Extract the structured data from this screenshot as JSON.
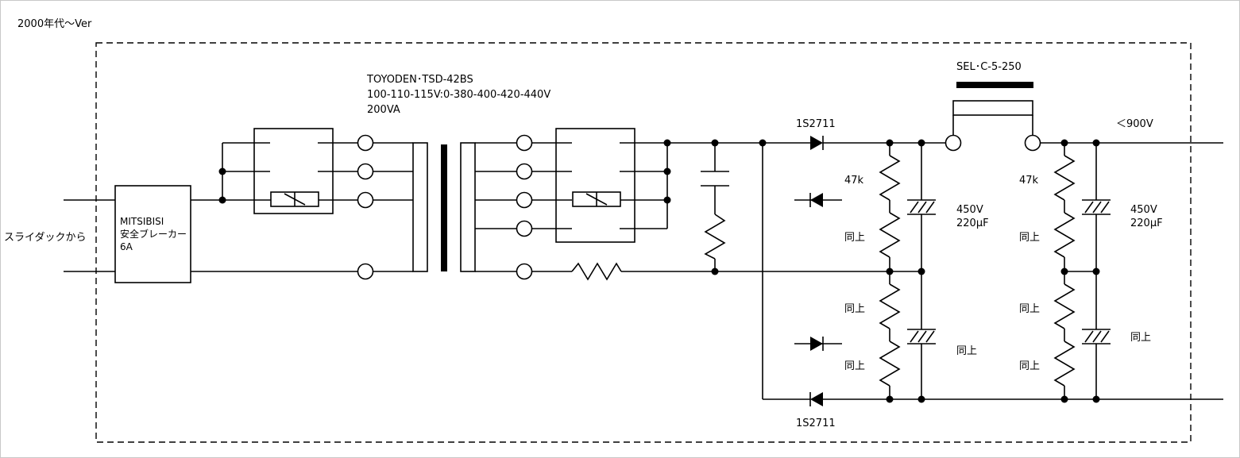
{
  "version_label": "2000年代～Ver",
  "input_label": "スライダックから",
  "breaker": {
    "line1": "MITSIBISI",
    "line2": "安全ブレーカー",
    "line3": "6A"
  },
  "transformer": {
    "model": "TOYODEN･TSD-42BS",
    "taps": "100-110-115V:0-380-400-420-440V",
    "rating": "200VA"
  },
  "rectifier_label": "SEL･C-5-250",
  "diodes": {
    "top": "1S2711",
    "bottom": "1S2711"
  },
  "output_label": "＜900V",
  "resistors": {
    "r47k_left": "47k",
    "r47k_right": "47k",
    "same_l1": "同上",
    "same_l2": "同上",
    "same_l3": "同上",
    "same_r1": "同上",
    "same_r2": "同上",
    "same_r3": "同上"
  },
  "capacitors": {
    "cap_left_v": "450V",
    "cap_left_uf": "220μF",
    "cap_right_v": "450V",
    "cap_right_uf": "220μF",
    "cap_left_same": "同上",
    "cap_right_same": "同上"
  }
}
